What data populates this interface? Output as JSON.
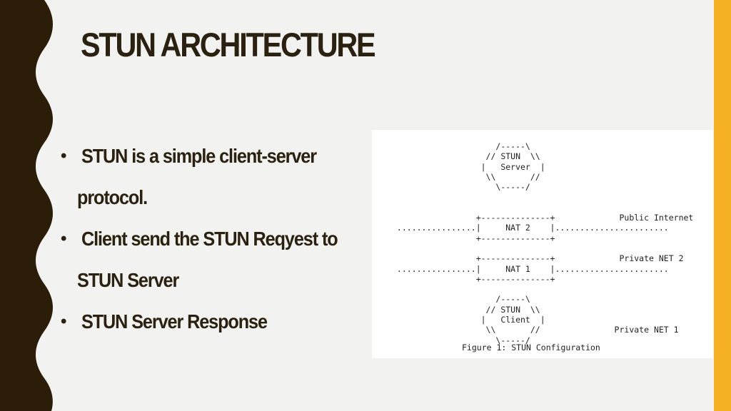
{
  "slide": {
    "title": "STUN ARCHITECTURE",
    "bullets": [
      {
        "line1": "STUN is a simple client-server",
        "line2": "protocol."
      },
      {
        "line1": "Client send the STUN Reqyest to",
        "line2": "STUN Server"
      },
      {
        "line1": "STUN Server Response"
      }
    ],
    "bullet_symbol": "•"
  },
  "figure": {
    "ascii": "                     /-----\\\n                   // STUN  \\\\\n                  |   Server  |\n                   \\\\       //\n                     \\-----/\n\n\n                 +--------------+             Public Internet\n ................|     NAT 2    |.......................\n                 +--------------+\n\n                 +--------------+             Private NET 2\n ................|     NAT 1    |.......................\n                 +--------------+\n\n                     /-----\\\n                   // STUN  \\\\\n                  |   Client  |\n                   \\\\       //               Private NET 1\n                     \\-----/",
    "caption": "Figure 1: STUN Configuration"
  },
  "colors": {
    "background": "#f2f2f1",
    "left_border": "#2b1d08",
    "accent_stripe": "#f6b024",
    "text": "#2b2110"
  }
}
